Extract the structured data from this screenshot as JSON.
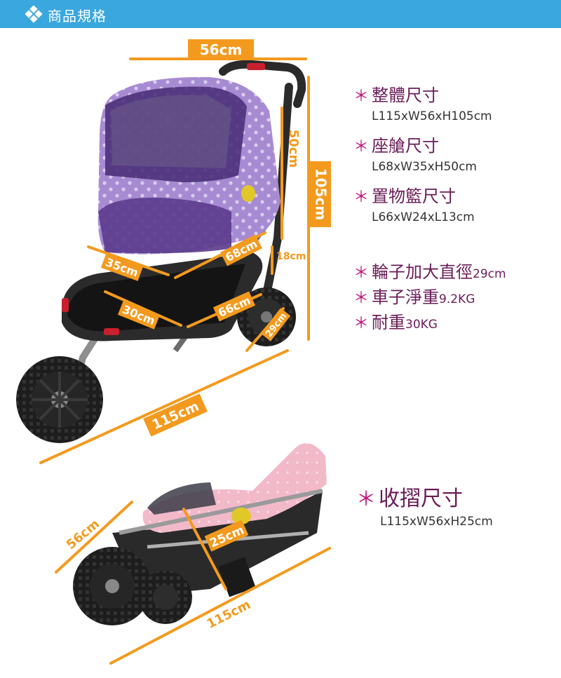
{
  "header": {
    "title": "商品規格"
  },
  "dimensions": {
    "top_width": "56cm",
    "canopy_height": "50cm",
    "total_height": "105cm",
    "seat_width": "35cm",
    "seat_length": "68cm",
    "seat_depth": "18cm",
    "basket_width": "30cm",
    "basket_length": "66cm",
    "wheel_diameter": "29cm",
    "total_length": "115cm"
  },
  "specs": [
    {
      "label": "整體尺寸",
      "suffix": "",
      "value": "L115xW56xH105cm"
    },
    {
      "label": "座艙尺寸",
      "suffix": "",
      "value": "L68xW35xH50cm"
    },
    {
      "label": "置物籃尺寸",
      "suffix": "",
      "value": "L66xW24xL13cm"
    },
    {
      "label": "輪子加大直徑",
      "suffix": "29cm",
      "value": ""
    },
    {
      "label": "車子淨重",
      "suffix": "9.2KG",
      "value": ""
    },
    {
      "label": "耐重",
      "suffix": "30KG",
      "value": ""
    }
  ],
  "fold": {
    "label": "收摺尺寸",
    "value": "L115xW56xH25cm",
    "width": "56cm",
    "height": "25cm",
    "length": "115cm"
  },
  "colors": {
    "header": "#3aa7de",
    "orange": "#f39a1e",
    "spec_label": "#6a1c57",
    "star": "#c0157e",
    "canopy_purple": "#a78bd2",
    "canopy_pink": "#f2b9c9"
  },
  "icons": {
    "header": "diamond-bullet-icon",
    "spec_bullet": "asterisk-icon"
  }
}
